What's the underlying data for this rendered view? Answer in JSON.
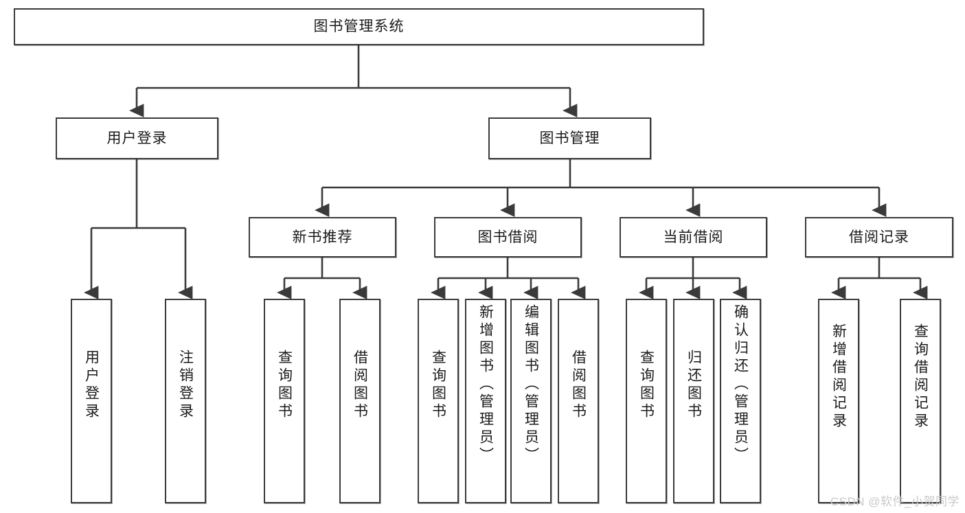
{
  "diagram": {
    "type": "tree-hierarchy",
    "title": "图书管理系统",
    "watermark": "CSDN @软件_小贺同学",
    "colors": {
      "box_border": "#3a3a3a",
      "box_fill": "#ffffff",
      "edge": "#3a3a3a",
      "text": "#1a1a1a",
      "watermark": "#c9c9c9"
    },
    "levels": {
      "root": {
        "label": "图书管理系统"
      },
      "level2": [
        {
          "label": "用户登录"
        },
        {
          "label": "图书管理"
        }
      ],
      "level3": [
        {
          "label": "新书推荐"
        },
        {
          "label": "图书借阅"
        },
        {
          "label": "当前借阅"
        },
        {
          "label": "借阅记录"
        }
      ],
      "leaves": {
        "user_login": [
          {
            "label": "用户登录"
          },
          {
            "label": "注销登录"
          }
        ],
        "new_book_recommend": [
          {
            "label": "查询图书"
          },
          {
            "label": "借阅图书"
          }
        ],
        "book_borrow": [
          {
            "label": "查询图书"
          },
          {
            "label": "新增图书（管理员）"
          },
          {
            "label": "编辑图书（管理员）"
          },
          {
            "label": "借阅图书"
          }
        ],
        "current_borrow": [
          {
            "label": "查询图书"
          },
          {
            "label": "归还图书"
          },
          {
            "label": "确认归还（管理员）"
          }
        ],
        "borrow_record": [
          {
            "label": "新增借阅记录"
          },
          {
            "label": "查询借阅记录"
          }
        ]
      }
    }
  }
}
